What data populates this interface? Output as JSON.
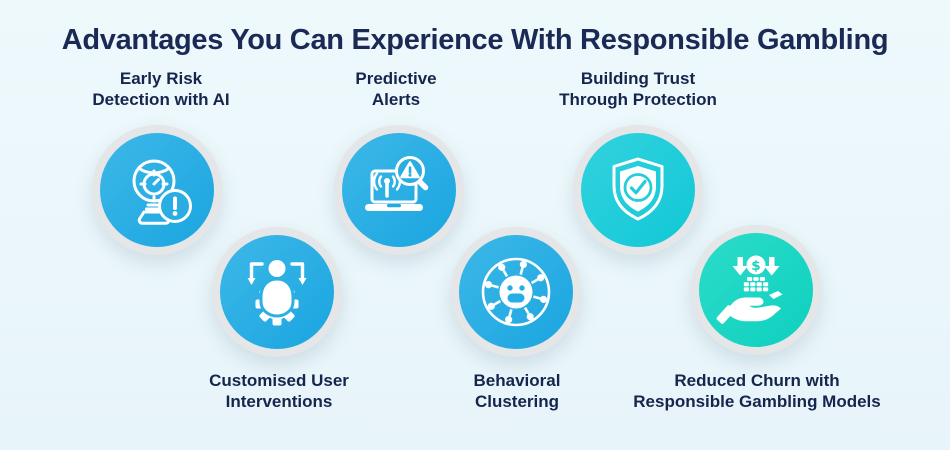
{
  "title": "Advantages You Can Experience With Responsible Gambling",
  "colors": {
    "background": "#eaf6fa",
    "title_text": "#1b2a55",
    "label_text": "#16254e",
    "circle_ring": "#e4e6e8",
    "circle_blue": "#29ade3",
    "circle_teal": "#23cdd9",
    "circle_mint": "#1cd6c5",
    "icon": "#ffffff"
  },
  "items": [
    {
      "icon": "ai-camera-alert-icon",
      "color": "blue",
      "label_position": "top",
      "lines": [
        "Early Risk",
        "Detection with AI"
      ]
    },
    {
      "icon": "laptop-warning-scan-icon",
      "color": "blue",
      "label_position": "top",
      "lines": [
        "Predictive",
        "Alerts"
      ]
    },
    {
      "icon": "shield-check-icon",
      "color": "teal",
      "label_position": "top",
      "lines": [
        "Building Trust",
        "Through Protection"
      ]
    },
    {
      "icon": "user-gear-arrows-icon",
      "color": "blue",
      "label_position": "bottom",
      "lines": [
        "Customised User",
        "Interventions"
      ]
    },
    {
      "icon": "behavior-cluster-smiley-icon",
      "color": "blue",
      "label_position": "bottom",
      "lines": [
        "Behavioral",
        "Clustering"
      ]
    },
    {
      "icon": "hand-coins-down-arrows-icon",
      "color": "mint",
      "label_position": "bottom",
      "lines": [
        "Reduced Churn with",
        "Responsible Gambling Models"
      ]
    }
  ]
}
